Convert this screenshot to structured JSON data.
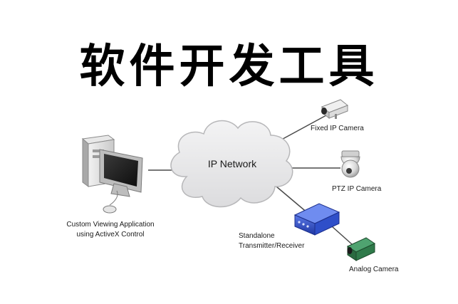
{
  "headline": "软件开发工具",
  "network_label": "IP Network",
  "nodes": {
    "fixed_camera": "Fixed IP Camera",
    "ptz_camera": "PTZ IP Camera",
    "transmitter_line1": "Standalone",
    "transmitter_line2": "Transmitter/Receiver",
    "analog_camera": "Analog Camera",
    "workstation_line1": "Custom Viewing Application",
    "workstation_line2": "using ActiveX Control"
  },
  "colors": {
    "cloud_fill": "#e9e9ea",
    "cloud_stroke": "#b7b7b9",
    "link": "#4a4a4a",
    "transmitter": "#2f4fc9",
    "analog_camera": "#2f7a4a",
    "text": "#1a1a1a"
  }
}
